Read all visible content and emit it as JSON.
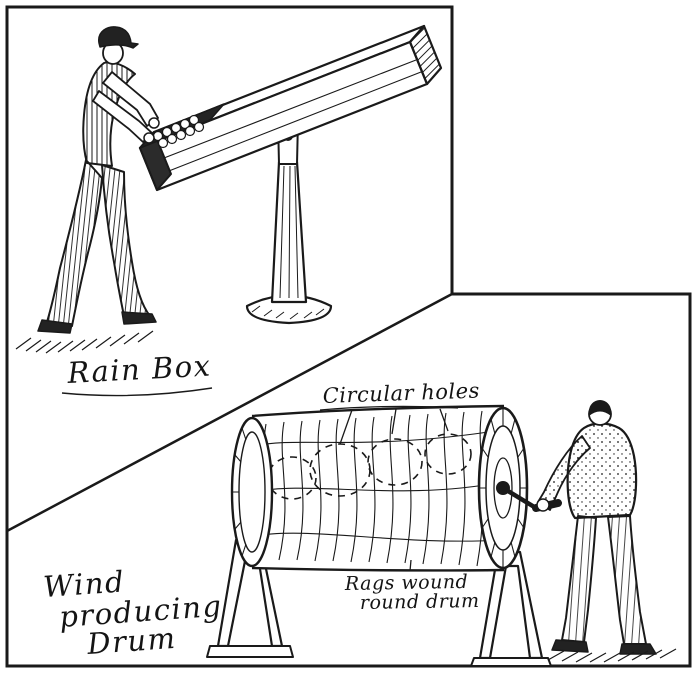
{
  "illustration": {
    "rain_box": {
      "caption": "Rain Box"
    },
    "wind_drum": {
      "label_circular_holes": "Circular holes",
      "label_rags_line1": "Rags wound",
      "label_rags_line2": "round drum",
      "caption_lines": [
        "Wind",
        "producing",
        "Drum"
      ]
    }
  },
  "colors": {
    "ink": "#1a1a1a",
    "paper": "#ffffff"
  }
}
